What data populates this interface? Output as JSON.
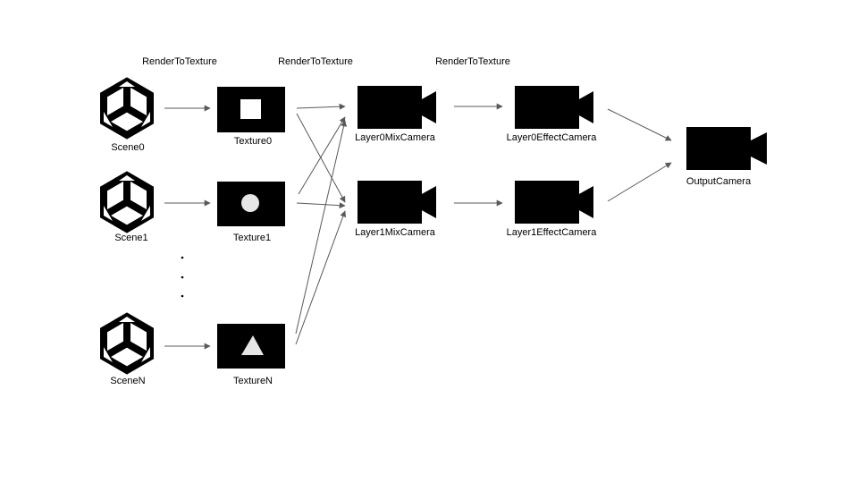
{
  "headers": [
    "RenderToTexture",
    "RenderToTexture",
    "RenderToTexture"
  ],
  "scenes": [
    {
      "id": "scene0",
      "label": "Scene0"
    },
    {
      "id": "scene1",
      "label": "Scene1"
    },
    {
      "id": "scenen",
      "label": "SceneN"
    }
  ],
  "textures": [
    {
      "id": "texture0",
      "label": "Texture0",
      "glyph": "square"
    },
    {
      "id": "texture1",
      "label": "Texture1",
      "glyph": "circle"
    },
    {
      "id": "texturen",
      "label": "TextureN",
      "glyph": "triangle"
    }
  ],
  "cameras": [
    {
      "id": "layer0mix",
      "label": "Layer0MixCamera"
    },
    {
      "id": "layer1mix",
      "label": "Layer1MixCamera"
    },
    {
      "id": "layer0effect",
      "label": "Layer0EffectCamera"
    },
    {
      "id": "layer1effect",
      "label": "Layer1EffectCamera"
    },
    {
      "id": "output",
      "label": "OutputCamera"
    }
  ],
  "edges": [
    [
      "scene0",
      "texture0"
    ],
    [
      "scene1",
      "texture1"
    ],
    [
      "scenen",
      "texturen"
    ],
    [
      "texture0",
      "layer0mix"
    ],
    [
      "texture0",
      "layer1mix"
    ],
    [
      "texture1",
      "layer0mix"
    ],
    [
      "texture1",
      "layer1mix"
    ],
    [
      "texturen",
      "layer0mix"
    ],
    [
      "texturen",
      "layer1mix"
    ],
    [
      "layer0mix",
      "layer0effect"
    ],
    [
      "layer1mix",
      "layer1effect"
    ],
    [
      "layer0effect",
      "output"
    ],
    [
      "layer1effect",
      "output"
    ]
  ],
  "colors": {
    "node_fill": "#000000",
    "glyph_fill": "#e6e6e6",
    "edge": "#595959"
  },
  "icons": {
    "scene": "unity-logo-icon",
    "camera": "video-camera-icon"
  }
}
